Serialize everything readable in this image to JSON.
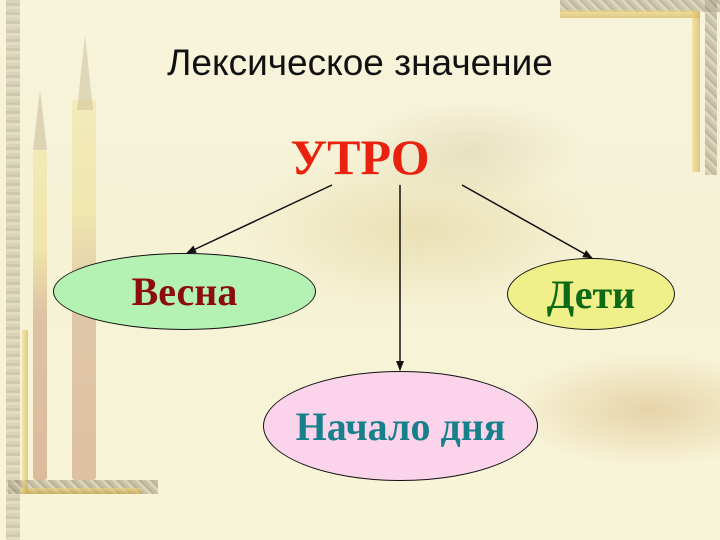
{
  "slide": {
    "title": "Лексическое значение",
    "root_word": "УТРО",
    "colors": {
      "root": "#e8220f",
      "title": "#111111",
      "background": "#f7f4dc"
    },
    "nodes": [
      {
        "label": "Весна",
        "fill": "#b4f2b4",
        "text_color": "#8c0d0d"
      },
      {
        "label": "Дети",
        "fill": "#f0f08a",
        "text_color": "#0f6a16"
      },
      {
        "label": "Начало дня",
        "fill": "#fbd4ec",
        "text_color": "#17808a"
      }
    ]
  }
}
